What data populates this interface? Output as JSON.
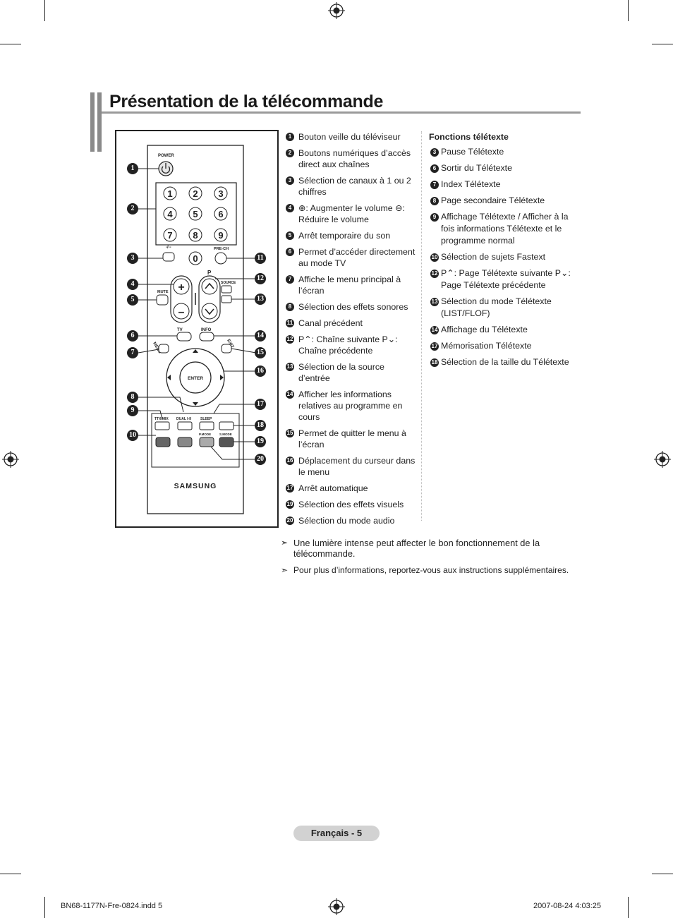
{
  "title": "Présentation de la télécommande",
  "remote": {
    "power_label": "POWER",
    "dash_label": "-/--",
    "prech_label": "PRE-CH",
    "p_label": "P",
    "source_label": "SOURCE",
    "mute_label": "MUTE",
    "tv_label": "TV",
    "info_label": "INFO",
    "menu_label": "MENU",
    "exit_label": "EXIT",
    "enter_label": "ENTER",
    "ttx_label": "TTX/MIX",
    "dual_label": "DUAL I-II",
    "sleep_label": "SLEEP",
    "smode_label": "S.MODE",
    "pmode_label": "P.MODE",
    "brand": "SAMSUNG",
    "digits": [
      "1",
      "2",
      "3",
      "4",
      "5",
      "6",
      "7",
      "8",
      "9",
      "0"
    ],
    "callouts": [
      "1",
      "2",
      "3",
      "4",
      "5",
      "6",
      "7",
      "8",
      "9",
      "10",
      "11",
      "12",
      "13",
      "14",
      "15",
      "16",
      "17",
      "18",
      "19",
      "20"
    ]
  },
  "functions": [
    {
      "n": "1",
      "text": "Bouton veille du téléviseur"
    },
    {
      "n": "2",
      "text": "Boutons numériques d’accès direct aux chaînes"
    },
    {
      "n": "3",
      "text": "Sélection de canaux à 1 ou 2 chiffres"
    },
    {
      "n": "4",
      "text": "⊕: Augmenter le volume ⊖: Réduire le volume"
    },
    {
      "n": "5",
      "text": "Arrêt temporaire du son"
    },
    {
      "n": "6",
      "text": "Permet d’accéder directement au mode TV"
    },
    {
      "n": "7",
      "text": "Affiche le menu principal à l’écran"
    },
    {
      "n": "8",
      "text": "Sélection des effets sonores"
    },
    {
      "n": "11",
      "text": "Canal précédent"
    },
    {
      "n": "12",
      "text": "P⌃: Chaîne suivante P⌄: Chaîne précédente"
    },
    {
      "n": "13",
      "text": "Sélection de la source d’entrée"
    },
    {
      "n": "14",
      "text": "Afficher les informations relatives au programme en cours"
    },
    {
      "n": "15",
      "text": "Permet de quitter le menu à l’écran"
    },
    {
      "n": "16",
      "text": "Déplacement du curseur dans le menu"
    },
    {
      "n": "17",
      "text": "Arrêt automatique"
    },
    {
      "n": "19",
      "text": "Sélection des effets visuels"
    },
    {
      "n": "20",
      "text": "Sélection du mode audio"
    }
  ],
  "teletext": {
    "heading": "Fonctions télétexte",
    "items": [
      {
        "n": "3",
        "text": "Pause Télétexte"
      },
      {
        "n": "6",
        "text": "Sortir du Télétexte"
      },
      {
        "n": "7",
        "text": "Index Télétexte"
      },
      {
        "n": "8",
        "text": "Page secondaire Télétexte"
      },
      {
        "n": "9",
        "text": "Affichage Télétexte / Afficher à la fois informations Télétexte et le programme normal"
      },
      {
        "n": "10",
        "text": "Sélection de sujets Fastext"
      },
      {
        "n": "12",
        "text": "P⌃: Page Télétexte suivante P⌄: Page Télétexte précédente"
      },
      {
        "n": "13",
        "text": "Sélection du mode Télétexte (LIST/FLOF)"
      },
      {
        "n": "14",
        "text": "Affichage du Télétexte"
      },
      {
        "n": "17",
        "text": "Mémorisation Télétexte"
      },
      {
        "n": "18",
        "text": "Sélection de la taille du Télétexte"
      }
    ]
  },
  "notes": [
    "Une lumière intense peut affecter le bon fonctionnement de la télécommande.",
    "Pour plus d’informations, reportez-vous aux instructions supplémentaires."
  ],
  "page_label": "Français - 5",
  "footer": {
    "file": "BN68-1177N-Fre-0824.indd   5",
    "date": "2007-08-24   4:03:25"
  }
}
